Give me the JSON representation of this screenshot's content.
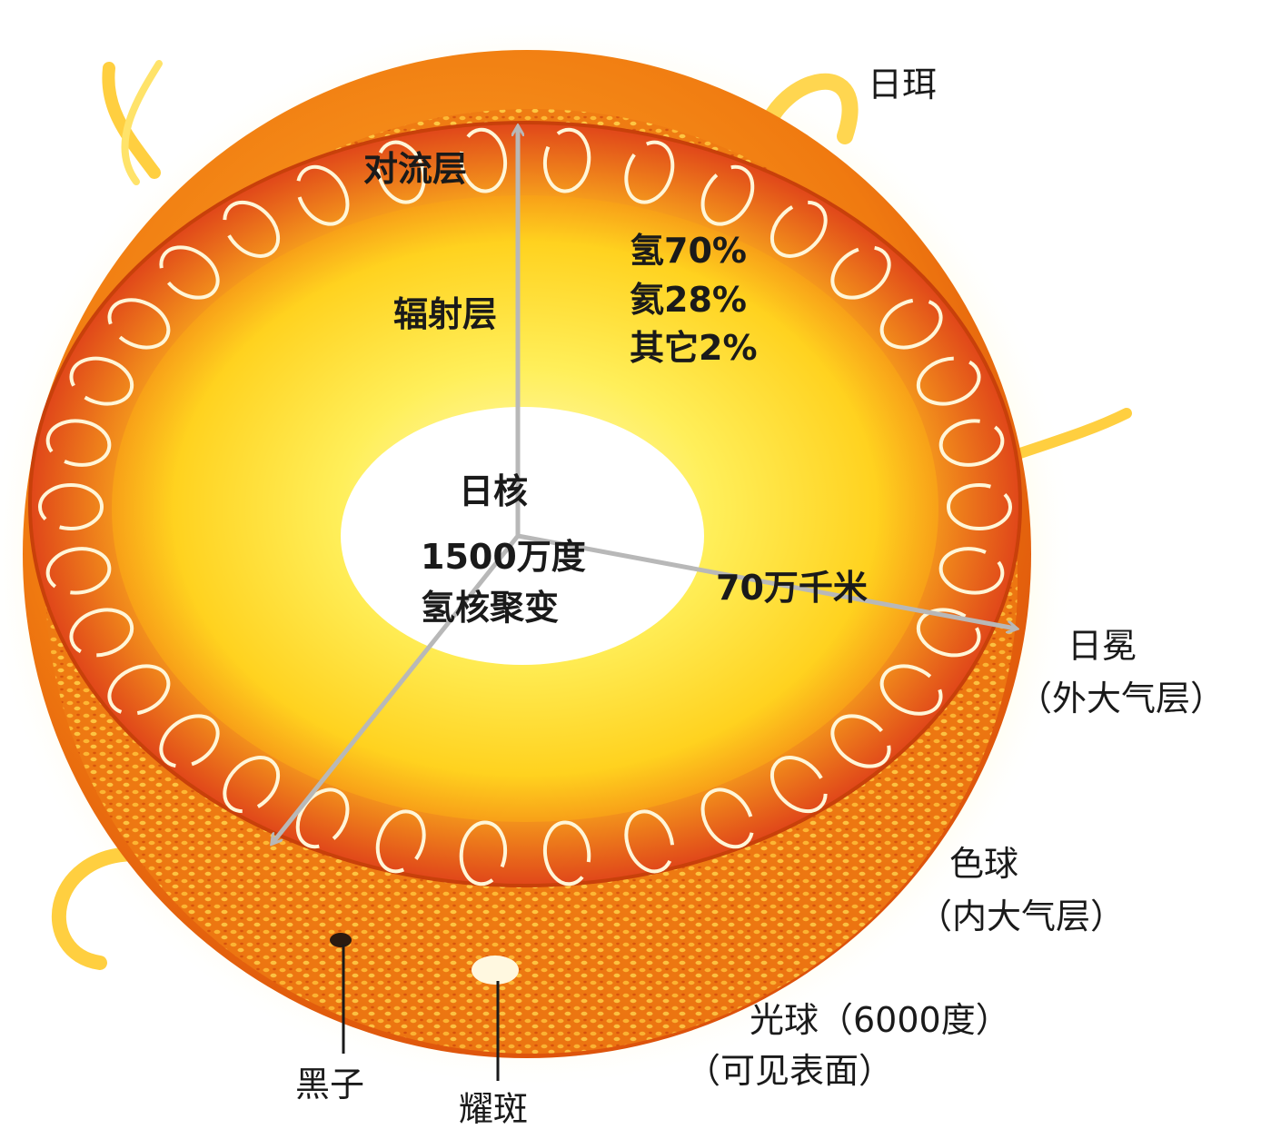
{
  "colors": {
    "corona_glow": "#fff4a8",
    "photosphere": "#f07a10",
    "photosphere_dark": "#d8480a",
    "convection_ring": "#e8581a",
    "radiative_zone": "#ffe23a",
    "core": "#ffffff",
    "arrow": "#b8b8b8",
    "text": "#1a1a1a"
  },
  "labels": {
    "corona": "日珥",
    "convection_zone": "对流层",
    "radiative_zone": "辐射层",
    "composition": [
      "氢70%",
      "氦28%",
      "其它2%"
    ],
    "core_title": "日核",
    "core_temp": "1500万度",
    "core_fusion": "氢核聚变",
    "radius": "70万千米",
    "outer_corona": "日冕",
    "outer_corona_note": "（外大气层）",
    "chromosphere": "色球",
    "chromosphere_note": "（内大气层）",
    "photosphere": "光球（6000度）",
    "photosphere_note": "（可见表面）",
    "sunspot": "黑子",
    "flare": "耀斑"
  }
}
